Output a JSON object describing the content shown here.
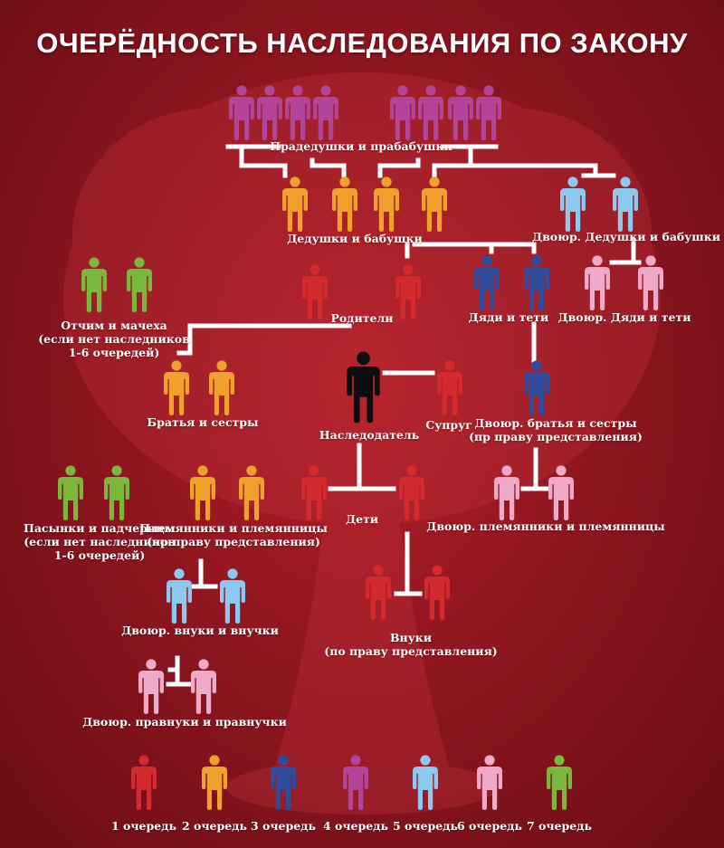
{
  "title": "ОЧЕРЁДНОСТЬ НАСЛЕДОВАНИЯ ПО ЗАКОНУ",
  "colors": {
    "q1": "#d42a2e",
    "q2": "#eea12b",
    "q3": "#2f4b9c",
    "q4": "#b2449a",
    "q5": "#8dc9ee",
    "q6": "#eeaac8",
    "q7": "#79b83c",
    "testator": "#0e0e10",
    "line": "#ffffff"
  },
  "labels": {
    "great_grandparents": "Прадедушки и прабабушки",
    "grandparents": "Дедушки и бабушки",
    "cousin_grandparents": "Двоюр. Дедушки и бабушки",
    "stepparents": [
      "Отчим и мачеха",
      "(если нет наследников",
      "1-6 очередей)"
    ],
    "parents": "Родители",
    "uncles_aunts": "Дяди и тети",
    "cousin_uncles_aunts": "Двоюр. Дяди и тети",
    "siblings": "Братья и сестры",
    "testator": "Наследодатель",
    "spouse": "Супруг",
    "cousins": [
      "Двоюр. братья и сестры",
      "(пр праву представления)"
    ],
    "stepchildren": [
      "Пасынки и падчерицы",
      "(если нет наследников",
      "1-6 очередей)"
    ],
    "nephews": [
      "Племянники и племянницы",
      "(пр праву представления)"
    ],
    "children": "Дети",
    "cousin_nephews": "Двоюр. племянники и племянницы",
    "cousin_grandchildren": "Двоюр. внуки и внучки",
    "grandchildren": [
      "Внуки",
      "(по праву представления)"
    ],
    "cousin_great_grandchildren": "Двоюр. правнуки и правнучки"
  },
  "legend": [
    {
      "label": "1 очередь",
      "color": "#d42a2e"
    },
    {
      "label": "2 очередь",
      "color": "#eea12b"
    },
    {
      "label": "3 очередь",
      "color": "#2f4b9c"
    },
    {
      "label": "4 очередь",
      "color": "#b2449a"
    },
    {
      "label": "5 очередь",
      "color": "#8dc9ee"
    },
    {
      "label": "6 очередь",
      "color": "#eeaac8"
    },
    {
      "label": "7 очередь",
      "color": "#79b83c"
    }
  ]
}
